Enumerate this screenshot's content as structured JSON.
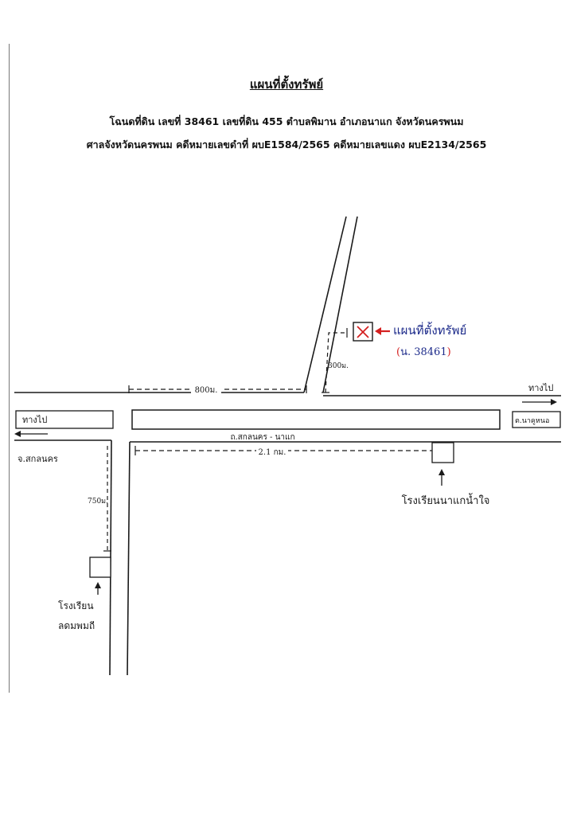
{
  "header": {
    "title": "แผนที่ตั้งทรัพย์",
    "line1": "โฉนดที่ดิน เลขที่ 38461 เลขที่ดิน 455 ตำบลพิมาน อำเภอนาแก จังหวัดนครพนม",
    "line2": "ศาลจังหวัดนครพนม คดีหมายเลขดำที่ ผบE1584/2565    คดีหมายเลขแดง ผบE2134/2565"
  },
  "map": {
    "property_label": "แผนที่ตั้งทรัพย์",
    "deed_open": "(",
    "deed_text": "น. 38461",
    "deed_close": ")",
    "dist_300": "300ม.",
    "dist_800": "800ม.",
    "dist_2_1km": "2.1 กม.",
    "dist_750": "750ม.",
    "road_name": "ถ.สกลนคร - นาแก",
    "to_label_right": "ทางไป",
    "to_label_left": "ทางไป",
    "dest_right": "ต.นาคูหนอ",
    "dest_left": "จ.สกลนคร",
    "school_right": "โรงเรียนนาแกน้ำใจ",
    "school_left_1": "โรงเรียน",
    "school_left_2": "ลดมพมถี"
  },
  "colors": {
    "ink": "#1a1a1a",
    "marker_red": "#d42020",
    "hand_blue": "#1c2a8a"
  }
}
